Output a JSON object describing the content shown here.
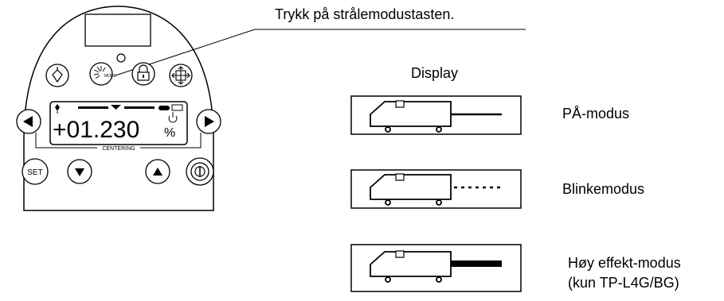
{
  "callout": {
    "text": "Trykk på strålemodustasten."
  },
  "display_heading": "Display",
  "panel": {
    "mode_key_label": "MODE",
    "lcd_value": "+01.230",
    "lcd_unit": "%",
    "centering_label": "CENTERING",
    "set_key_label": "SET"
  },
  "modes": [
    {
      "label": "PÅ-modus",
      "beam": "solid"
    },
    {
      "label": "Blinkemodus",
      "beam": "dotted"
    },
    {
      "label": "Høy effekt-modus",
      "sublabel": "(kun TP-L4G/BG)",
      "beam": "thick"
    }
  ]
}
